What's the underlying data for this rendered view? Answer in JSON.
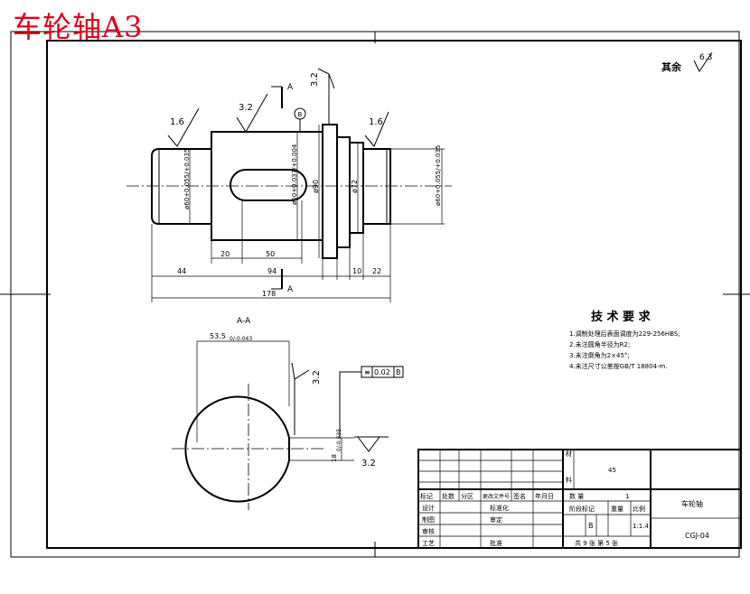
{
  "title": "车轮轴A3",
  "roughness": {
    "other_label": "其余",
    "other_value": "6.3",
    "left_journal": "1.6",
    "right_journal": "1.6",
    "middle": "3.2",
    "flange": "3.2",
    "key_wall": "3.2",
    "key_bottom": "3.2"
  },
  "front_view": {
    "section_marker": "A",
    "dia_left": "ø60+0.055/+0.035",
    "dia_middle": "ø60+0.037/+0.004",
    "dia_90": "ø90",
    "dia_72": "ø72",
    "dia_right": "ø60+0.055/+0.035",
    "dims": {
      "d20": "20",
      "d50": "50",
      "d44": "44",
      "d94": "94",
      "d10": "10",
      "d22": "22",
      "d178": "178"
    }
  },
  "section_view": {
    "label": "A-A",
    "width_dim": "53.5",
    "width_tol": "0/-0.043",
    "key_dim": "18",
    "key_tol": "0/-0.035",
    "tolerance_frame": {
      "symbol": "≡",
      "value": "0.02",
      "datum": "B"
    }
  },
  "tech_requirements": {
    "heading": "技 术 要 求",
    "items": [
      "1.调制处理后表面调度为229-256HBS;",
      "2.未注圆角半径为R2;",
      "3.未注倒角为2×45°;",
      "4.未注尺寸公差按GB/T 18804-m."
    ]
  },
  "title_block": {
    "material_label": "材料",
    "material_value": "45",
    "part_name": "车轮轴",
    "drawing_no": "CGJ-04",
    "quantity_label": "数 量",
    "quantity_value": "1",
    "stage_label": "阶段标记",
    "weight_label": "重量",
    "scale_label": "比例",
    "stage_value": "B",
    "scale_value": "1:1.4",
    "sheets": "共 9 张 第 5 张",
    "header_cells": [
      "标记",
      "处数",
      "分区",
      "更改文件号",
      "签名",
      "年月日"
    ],
    "row_labels": [
      "设计",
      "制图",
      "审核",
      "工艺"
    ],
    "mid_labels": [
      "标准化",
      "审定",
      "批准"
    ]
  }
}
